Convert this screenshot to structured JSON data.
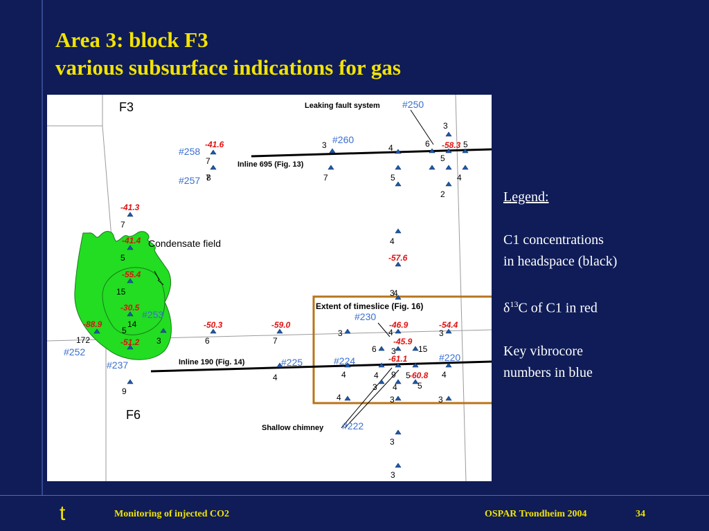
{
  "slide": {
    "title_line1": "Area 3: block F3",
    "title_line2": "various subsurface indications for gas"
  },
  "legend": {
    "heading": "Legend:",
    "line1": "C1 concentrations",
    "line2": "in headspace (black)",
    "delta_prefix": "δ",
    "delta_sup": "13",
    "delta_suffix": "C of C1 in red",
    "line5": "Key vibrocore",
    "line6": "numbers in blue"
  },
  "map": {
    "block_f3": "F3",
    "block_f6": "F6",
    "annotations": {
      "leaking_fault": "Leaking fault system",
      "inline_695": "Inline 695 (Fig. 13)",
      "condensate": "Condensate field",
      "timeslice": "Extent of timeslice (Fig. 16)",
      "inline_190": "Inline 190 (Fig. 14)",
      "chimney": "Shallow chimney"
    },
    "core_ids": [
      "#250",
      "#260",
      "#258",
      "#257",
      "#253",
      "#230",
      "#252",
      "#237",
      "#225",
      "#224",
      "#220",
      "#222"
    ],
    "c1_values": [
      "3",
      "7",
      "3",
      "4",
      "6",
      "5",
      "7",
      "5",
      "8",
      "7",
      "5",
      "2",
      "4",
      "7",
      "5",
      "15",
      "14",
      "5",
      "3",
      "172",
      "6",
      "7",
      "4",
      "3",
      "3",
      "3",
      "6",
      "15",
      "3",
      "4",
      "4",
      "4",
      "9",
      "3",
      "4",
      "5",
      "4",
      "4",
      "3",
      "3",
      "9",
      "3",
      "3",
      "5",
      "4",
      "4"
    ],
    "delta_values": [
      "-41.6",
      "-58.3",
      "-41.3",
      "-41.4",
      "-55.4",
      "-30.5",
      "-88.9",
      "-51.2",
      "-50.3",
      "-59.0",
      "-57.6",
      "-46.9",
      "-54.4",
      "-45.9",
      "-61.1",
      "-60.8"
    ]
  },
  "footer": {
    "logo": "t",
    "left": "Monitoring of injected CO2",
    "right": "OSPAR Trondheim 2004",
    "page": "34"
  },
  "colors": {
    "background": "#0f1c57",
    "title": "#f2e300",
    "field": "#22dd22",
    "core_id": "#3a6fd0",
    "delta": "#e01010",
    "timeslice_box": "#b8741a",
    "marker": "#1e5aa8"
  }
}
